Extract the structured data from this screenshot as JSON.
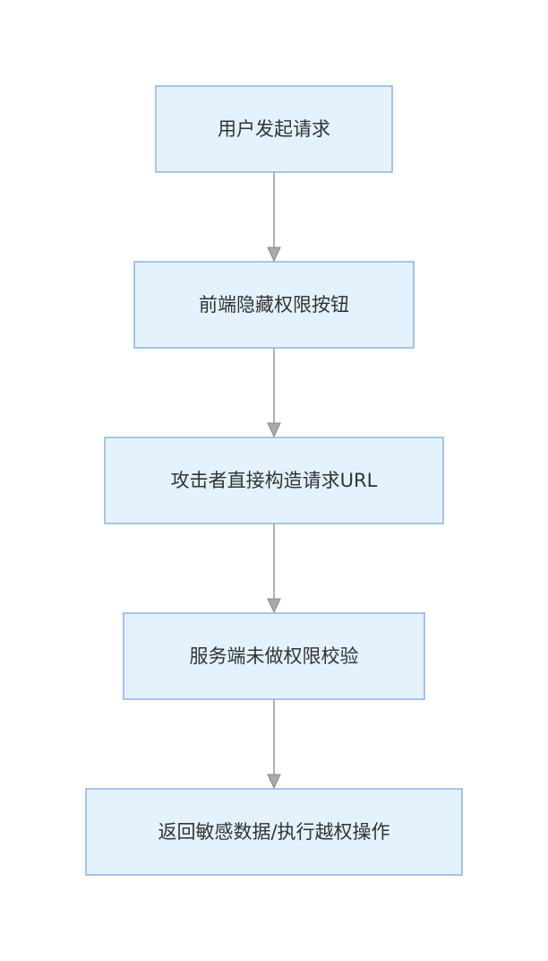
{
  "diagram": {
    "nodes": [
      {
        "id": "n1",
        "label": "用户发起请求"
      },
      {
        "id": "n2",
        "label": "前端隐藏权限按钮"
      },
      {
        "id": "n3",
        "label": "攻击者直接构造请求URL"
      },
      {
        "id": "n4",
        "label": "服务端未做权限校验"
      },
      {
        "id": "n5",
        "label": "返回敏感数据/执行越权操作"
      }
    ],
    "edges": [
      {
        "from": "n1",
        "to": "n2"
      },
      {
        "from": "n2",
        "to": "n3"
      },
      {
        "from": "n3",
        "to": "n4"
      },
      {
        "from": "n4",
        "to": "n5"
      }
    ]
  },
  "colors": {
    "node_fill": "#e3f2fd",
    "node_stroke": "#8ab4e0",
    "edge": "#999999",
    "text": "#333333"
  }
}
